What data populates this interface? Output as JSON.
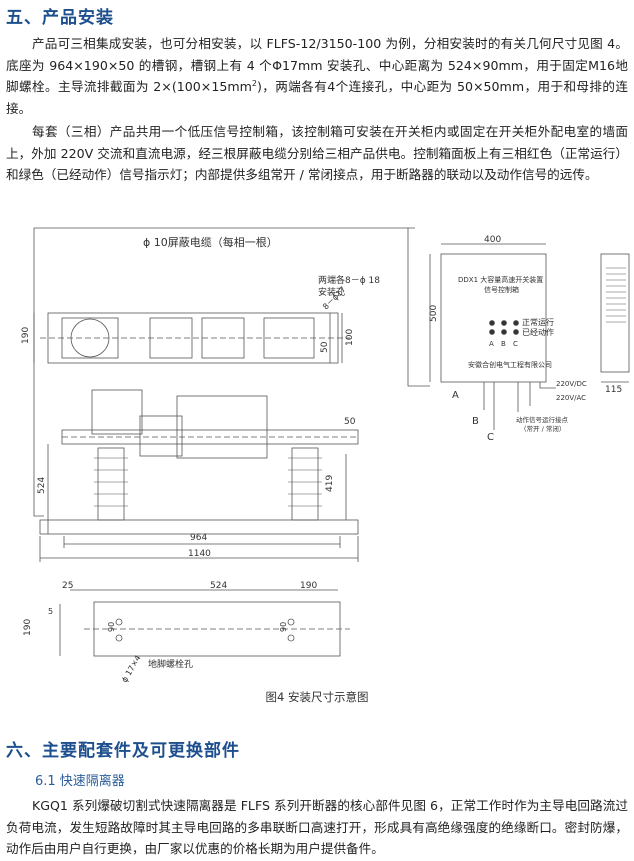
{
  "section5": {
    "title": "五、产品安装",
    "para1": "产品可三相集成安装，也可分相安装，以 FLFS-12/3150-100 为例，分相安装时的有关几何尺寸见图 4。底座为 964×190×50 的槽钢，槽钢上有 4 个Φ17mm 安装孔、中心距离为 524×90mm，用于固定M16地脚螺栓。主导流排截面为 2×(100×15mm",
    "para1_sup": "2",
    "para1_tail": ")，两端各有4个连接孔，中心距为 50×50mm，用于和母排的连接。",
    "para2": "每套（三相）产品共用一个低压信号控制箱，该控制箱可安装在开关柜内或固定在开关柜外配电室的墙面上，外加 220V 交流和直流电源，经三根屏蔽电缆分别给三相产品供电。控制箱面板上有三相红色（正常运行）和绿色（已经动作）信号指示灯；内部提供多组常开 / 常闭接点，用于断路器的联动以及动作信号的远传。"
  },
  "figure": {
    "caption": "图4  安装尺寸示意图",
    "cable_label": "ϕ 10屏蔽电缆（每相一根）",
    "holes_label_1": "两端各8－ϕ 18",
    "holes_label_2": "安装孔",
    "dim_8_17": "8－ϕ17",
    "dim_50": "50",
    "dim_100": "100",
    "dim_190": "190",
    "dim_524": "524",
    "dim_419": "419",
    "dim_964": "964",
    "dim_1140": "1140",
    "dim_25": "25",
    "dim_5": "5",
    "dim_90": "90",
    "dim_400": "400",
    "dim_500": "500",
    "dim_115": "115",
    "foot_hole_dim": "ϕ 17×4",
    "foot_bolt_label": "地脚螺栓孔",
    "box_title_1": "DDX1 大容量高速开关装置",
    "box_title_2": "信号控制箱",
    "normal_run": "正常运行",
    "already_act": "已经动作",
    "phase_a": "A",
    "phase_b": "B",
    "phase_c": "C",
    "company": "安徽合创电气工程有限公司",
    "dc_label": "220V/DC",
    "ac_label": "220V/AC",
    "contact_1": "动作信号运行接点",
    "contact_2": "（常开 / 常闭）",
    "cable_a": "A",
    "cable_b": "B",
    "cable_c": "C"
  },
  "section6": {
    "title": "六、主要配套件及可更换部件",
    "sub": "6.1  快速隔离器",
    "para": "KGQ1 系列爆破切割式快速隔离器是 FLFS 系列开断器的核心部件见图 6，正常工作时作为主导电回路流过负荷电流，发生短路故障时其主导电回路的多串联断口高速打开，形成具有高绝缘强度的绝缘断口。密封防爆，动作后由用户自行更换，由厂家以优惠的价格长期为用户提供备件。"
  }
}
